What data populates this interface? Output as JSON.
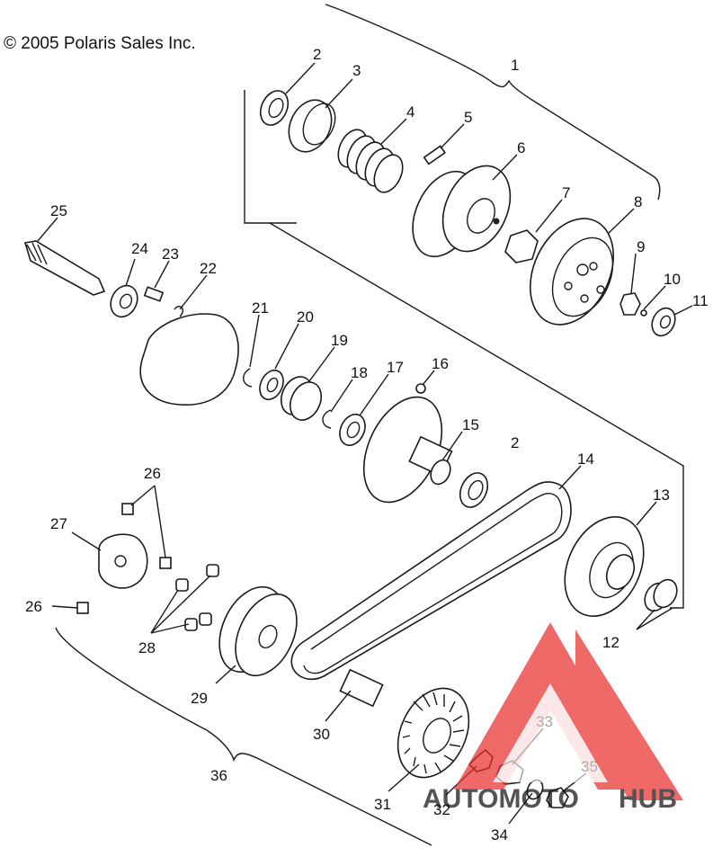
{
  "copyright": "© 2005 Polaris Sales Inc.",
  "callouts": {
    "c1": "1",
    "c2a": "2",
    "c2b": "2",
    "c3": "3",
    "c4": "4",
    "c5": "5",
    "c6": "6",
    "c7": "7",
    "c8": "8",
    "c9": "9",
    "c10": "10",
    "c11": "11",
    "c12": "12",
    "c13": "13",
    "c14": "14",
    "c15": "15",
    "c16": "16",
    "c17": "17",
    "c18": "18",
    "c19": "19",
    "c20": "20",
    "c21": "21",
    "c22": "22",
    "c23": "23",
    "c24": "24",
    "c25": "25",
    "c26a": "26",
    "c26b": "26",
    "c27": "27",
    "c28": "28",
    "c29": "29",
    "c30": "30",
    "c31": "31",
    "c32": "32",
    "c33": "33",
    "c34": "34",
    "c35": "35",
    "c36": "36"
  },
  "watermark": {
    "part1": "AUTOMOTO",
    "part2": "HUB",
    "color1": "#f4a940",
    "color2": "#9a9a9a",
    "logo_color": "#e8302f"
  }
}
